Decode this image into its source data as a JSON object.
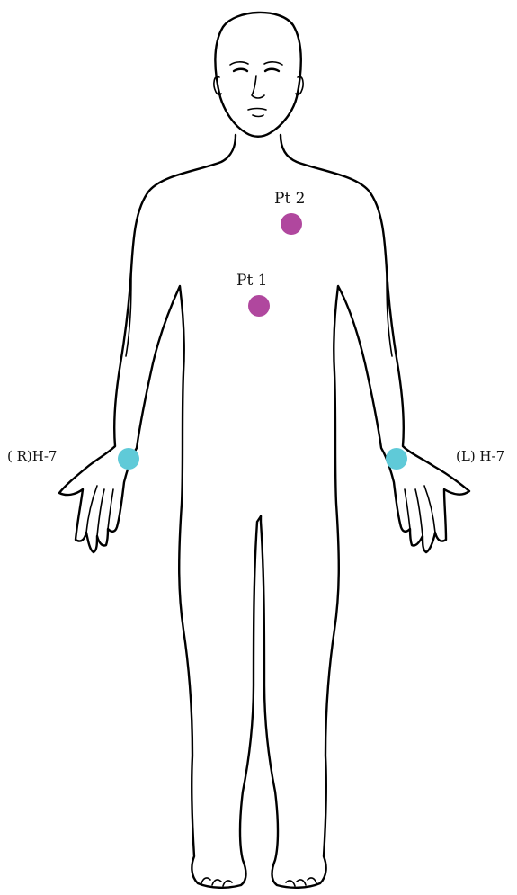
{
  "points": [
    {
      "id": "pt1",
      "label": "Pt 1",
      "color": "#b0479e"
    },
    {
      "id": "pt2",
      "label": "Pt 2",
      "color": "#b0479e"
    },
    {
      "id": "rh7",
      "label": "( R)H-7",
      "color": "#5fcad8"
    },
    {
      "id": "lh7",
      "label": "(L) H-7",
      "color": "#5fcad8"
    }
  ]
}
